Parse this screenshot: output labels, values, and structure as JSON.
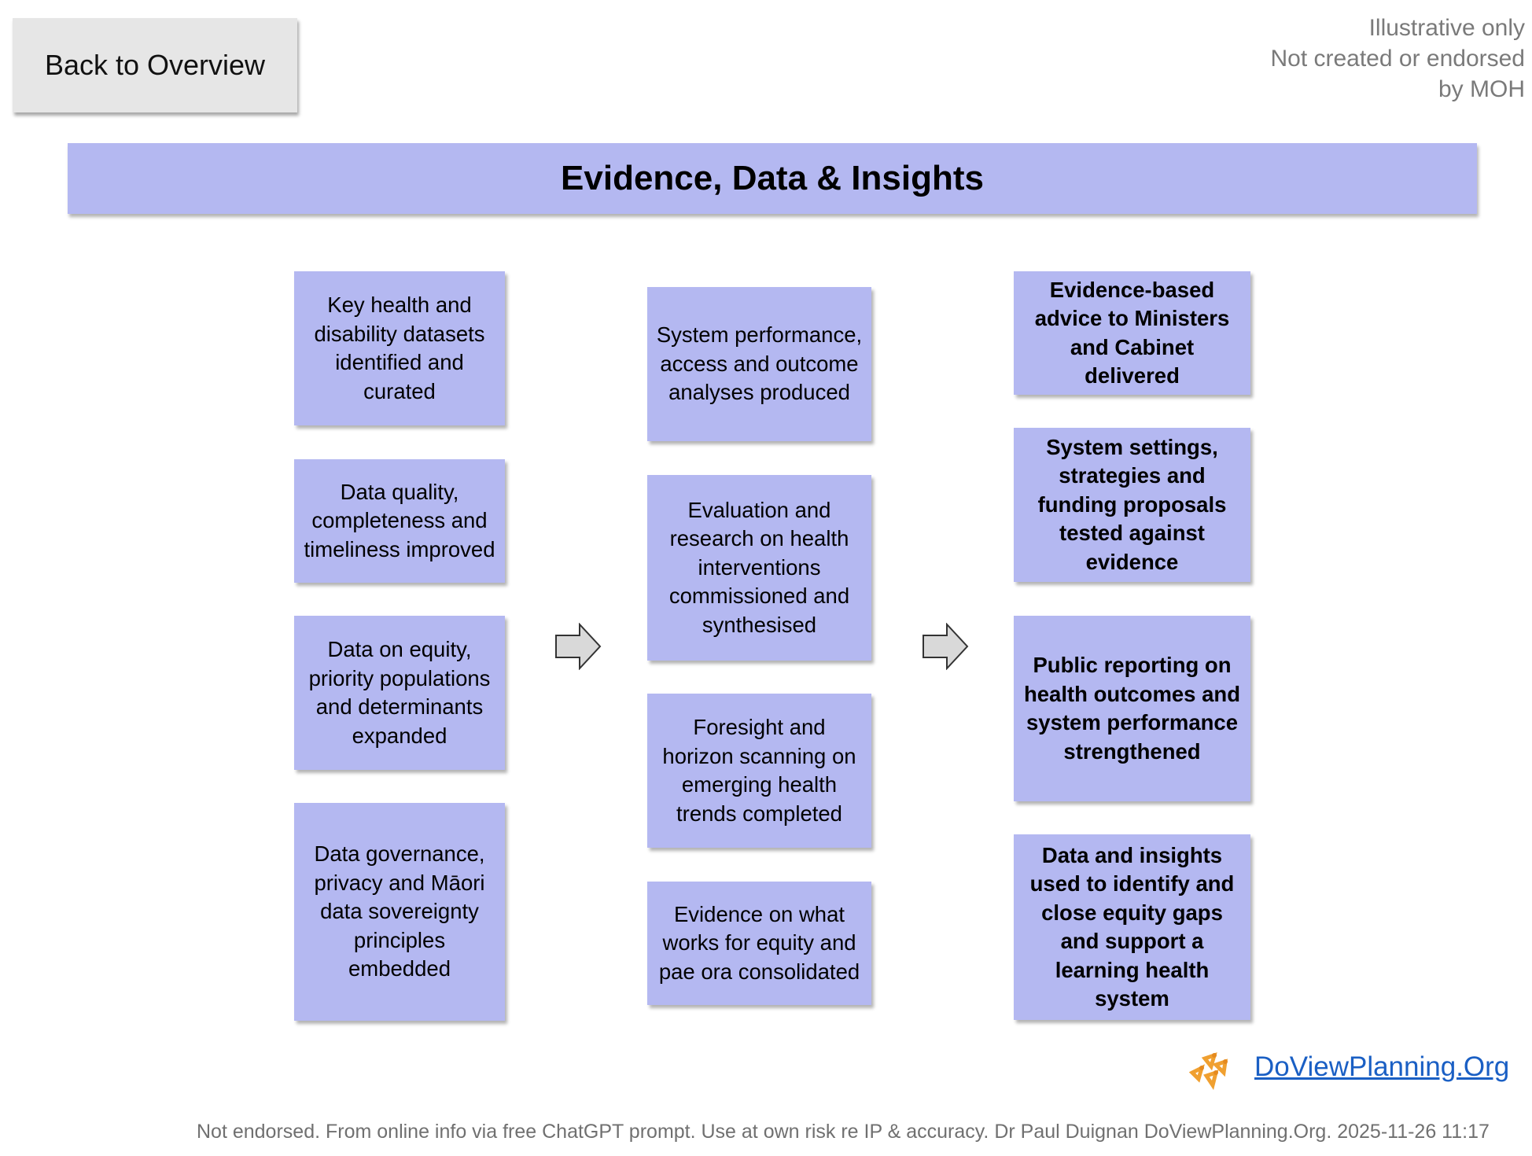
{
  "back_button": {
    "label": "Back to Overview"
  },
  "disclaimer": {
    "lines": [
      "Illustrative only",
      "Not created or endorsed",
      "by MOH"
    ]
  },
  "title": "Evidence, Data & Insights",
  "columns": [
    {
      "boxes": [
        "Key health and disability datasets identified and curated",
        "Data quality, completeness and timeliness improved",
        "Data on equity, priority populations and determinants expanded",
        "Data governance, privacy and Māori data sovereignty principles embedded"
      ]
    },
    {
      "boxes": [
        "System performance, access and outcome analyses produced",
        "Evaluation and research on health interventions commissioned and synthesised",
        "Foresight and horizon scanning on emerging health trends completed",
        "Evidence on what works for equity and pae ora consolidated"
      ]
    },
    {
      "boxes": [
        "Evidence-based advice to Ministers and Cabinet delivered",
        "System settings, strategies and funding proposals tested against evidence",
        "Public reporting on health outcomes and system performance strengthened",
        "Data and insights used to identify and close equity gaps and support a learning health system"
      ]
    }
  ],
  "link": {
    "label": "DoViewPlanning.Org"
  },
  "footer": "Not endorsed. From online info via free ChatGPT prompt. Use at own risk re IP & accuracy. Dr Paul Duignan DoViewPlanning.Org.  2025-11-26 11:17",
  "colors": {
    "box_fill": "#b4b8f1",
    "button_fill": "#e6e6e6",
    "arrow_fill": "#d9d9d9",
    "link": "#1a5fc4",
    "logo": "#f0a030"
  },
  "icons": {
    "arrow": "right-arrow-icon",
    "logo": "doview-logo-icon"
  }
}
